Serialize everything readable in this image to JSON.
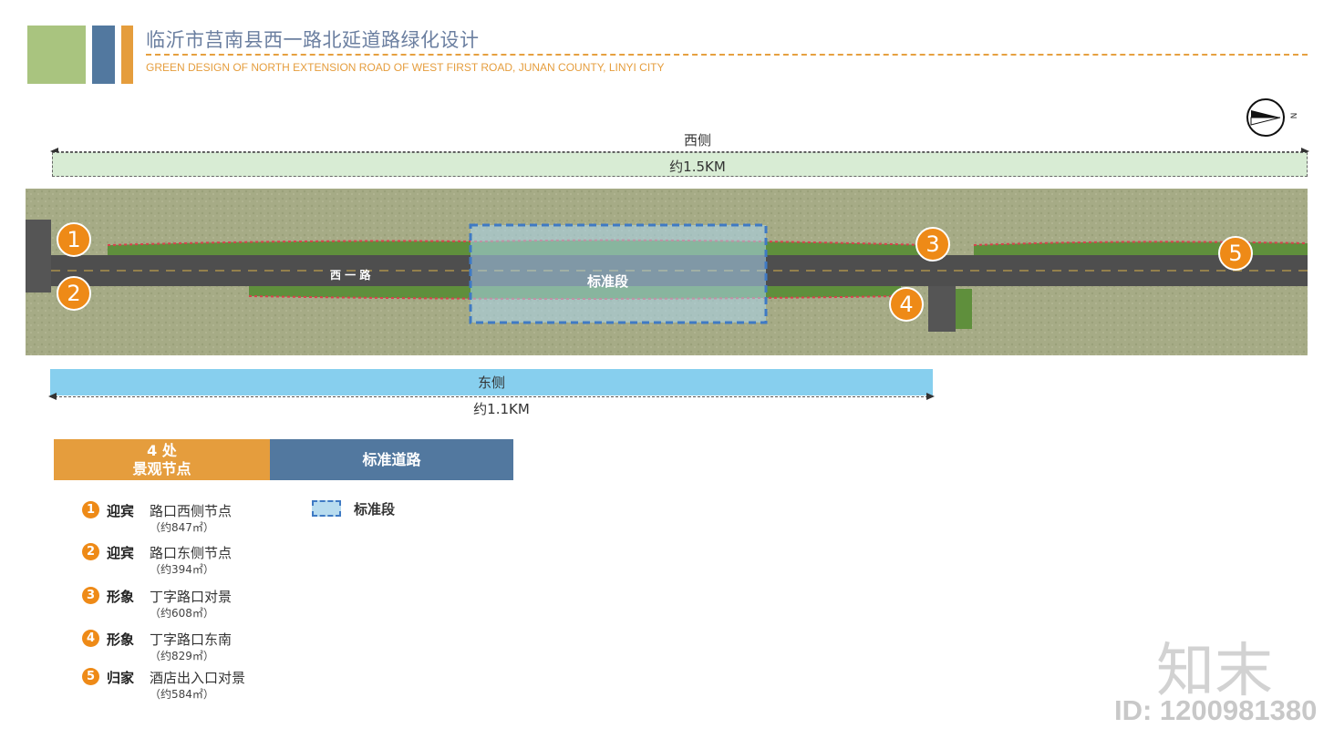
{
  "header": {
    "title_cn": "临沂市莒南县西一路北延道路绿化设计",
    "title_en": "GREEN DESIGN OF NORTH EXTENSION ROAD OF WEST FIRST ROAD, JUNAN COUNTY, LINYI CITY",
    "colors": {
      "green": "#a9c47f",
      "blue": "#52789f",
      "orange": "#e59d3d"
    }
  },
  "compass": {
    "label": "N",
    "icon": "north-arrow-icon"
  },
  "west": {
    "label": "西侧",
    "length": "约1.5KM"
  },
  "east": {
    "label": "东侧",
    "length": "约1.1KM"
  },
  "map": {
    "road_label": "西 一 路",
    "standard_label": "标准段",
    "markers": [
      "1",
      "2",
      "3",
      "4",
      "5"
    ]
  },
  "legend": {
    "nodes_header_line1": "4 处",
    "nodes_header_line2": "景观节点",
    "standard_header": "标准道路",
    "standard_item": "标准段",
    "nodes": [
      {
        "num": "1",
        "type": "迎宾",
        "name": "路口西侧节点",
        "area": "（约847㎡）"
      },
      {
        "num": "2",
        "type": "迎宾",
        "name": "路口东侧节点",
        "area": "（约394㎡）"
      },
      {
        "num": "3",
        "type": "形象",
        "name": "丁字路口对景",
        "area": "（约608㎡）"
      },
      {
        "num": "4",
        "type": "形象",
        "name": "丁字路口东南",
        "area": "（约829㎡）"
      },
      {
        "num": "5",
        "type": "归家",
        "name": "酒店出入口对景",
        "area": "（约584㎡）"
      }
    ]
  },
  "watermark": {
    "brand": "知末",
    "id": "ID: 1200981380"
  }
}
